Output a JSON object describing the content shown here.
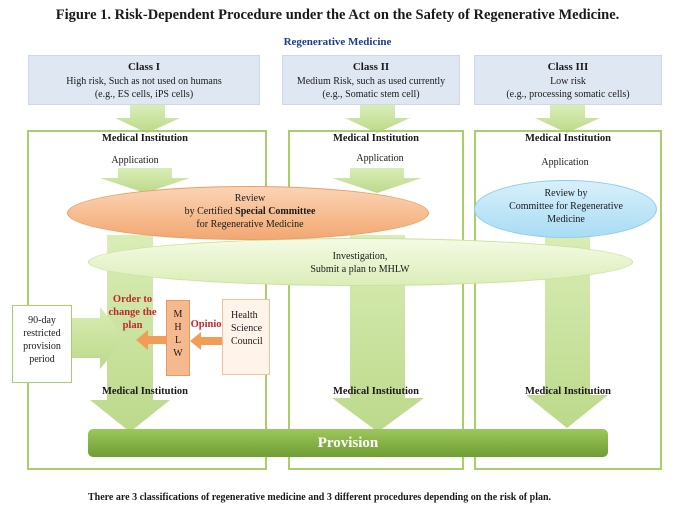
{
  "figure_title": "Figure 1. Risk-Dependent Procedure under the Act on the Safety of Regenerative Medicine.",
  "section_label": "Regenerative Medicine",
  "classes": [
    {
      "name": "Class I",
      "risk": "High risk, Such as not used on humans",
      "example": "(e.g., ES cells, iPS cells)"
    },
    {
      "name": "Class II",
      "risk": "Medium Risk, such as used currently",
      "example": "(e.g., Somatic stem cell)"
    },
    {
      "name": "Class III",
      "risk": "Low risk",
      "example": "(e.g., processing somatic cells)"
    }
  ],
  "columns": [
    {
      "header": "Medical Institution",
      "application": "Application"
    },
    {
      "header": "Medical Institution",
      "application": "Application"
    },
    {
      "header": "Medical Institution",
      "application": "Application"
    }
  ],
  "review_special": {
    "line1": "Review",
    "line2_prefix": "by Certified ",
    "line2_bold": "Special Committee",
    "line3": "for Regenerative Medicine"
  },
  "review_committee": {
    "line1": "Review by",
    "line2": "Committee for Regenerative",
    "line3": "Medicine"
  },
  "investigation": {
    "line1": "Investigation,",
    "line2": "Submit a plan to MHLW"
  },
  "restricted_period": {
    "line1": "90-day",
    "line2": "restricted",
    "line3": "provision",
    "line4": "period"
  },
  "order_label": {
    "line1": "Order to",
    "line2": "change the",
    "line3": "plan"
  },
  "mhlw_letters": [
    "M",
    "H",
    "L",
    "W"
  ],
  "opinion_label": "Opinion",
  "council": {
    "line1": "Health",
    "line2": "Science",
    "line3": "Council"
  },
  "provision_label": "Provision",
  "caption": "There are 3 classifications of regenerative medicine and 3 different procedures depending on the risk of plan.",
  "colors": {
    "class_box": "#dfe7f3",
    "frame_green": "#a9cf6b",
    "arrow_green": "#c9e39d",
    "ellipse_green": "#e9f5cf",
    "ellipse_orange": "#f6b98e",
    "ellipse_blue": "#bfe4f7",
    "mhlw_orange": "#f6b98e",
    "order_red": "#c0272d",
    "title_blue": "#1f3c88"
  }
}
